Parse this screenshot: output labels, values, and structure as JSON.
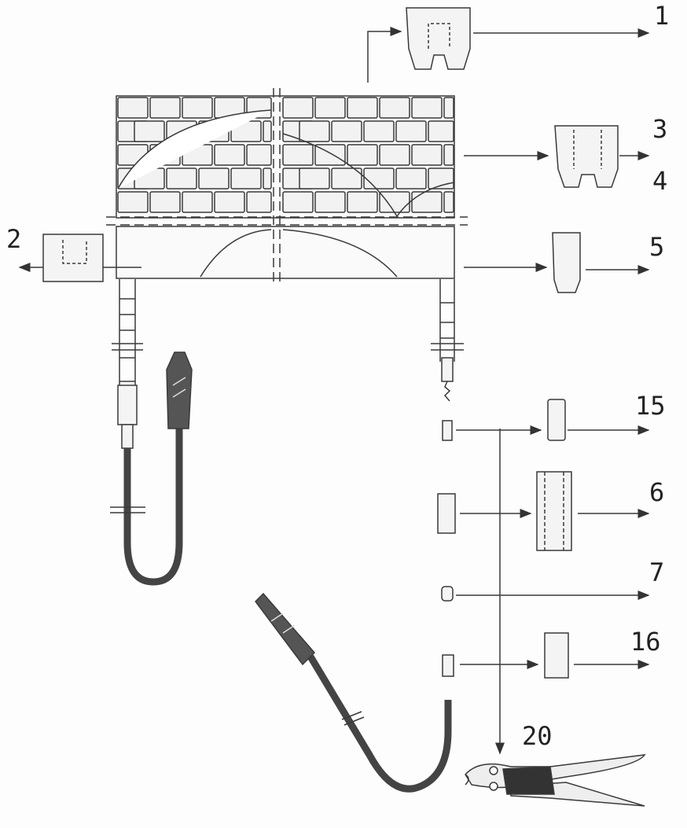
{
  "diagram": {
    "labels": {
      "part1": "1",
      "part2": "2",
      "part3": "3",
      "part4": "4",
      "part5": "5",
      "part15": "15",
      "part6": "6",
      "part7": "7",
      "part16": "16",
      "part20": "20"
    },
    "colors": {
      "line": "#3a3a3a",
      "cable": "#444444",
      "fill": "#f4f4f4"
    }
  }
}
